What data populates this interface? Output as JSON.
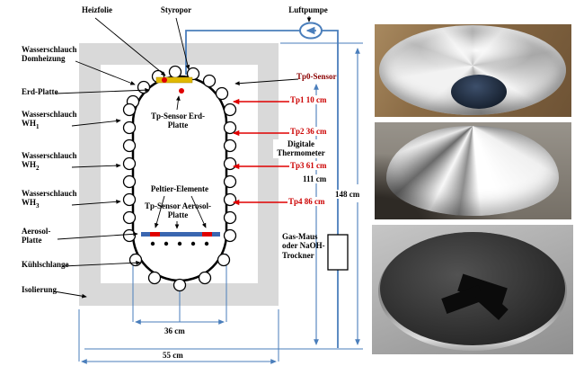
{
  "diagram": {
    "top_labels": {
      "heizfolie": "Heizfolie",
      "styropor": "Styropor",
      "luftpumpe": "Luftpumpe"
    },
    "left_labels": {
      "dom": "Wasserschlauch Domheizung",
      "erd_platte": "Erd-Platte",
      "wh1": {
        "base": "Wasserschlauch WH",
        "sub": "1"
      },
      "wh2": {
        "base": "Wasserschlauch WH",
        "sub": "2"
      },
      "wh3": {
        "base": "Wasserschlauch WH",
        "sub": "3"
      },
      "aerosol": "Aerosol-Platte",
      "kuehlschlange": "Kühlschlange",
      "isolierung": "Isolierung"
    },
    "inner_labels": {
      "tp_erd": "Tp-Sensor Erd-Platte",
      "peltier": "Peltier-Elemente",
      "tp_aerosol": "Tp-Sensor Aerosol-Platte"
    },
    "right_labels": {
      "tp0": "Tp0-Sensor",
      "tp1": "Tp1 10 cm",
      "tp2": "Tp2 36 cm",
      "digital": "Digitale Thermometer",
      "tp3": "Tp3 61 cm",
      "tp4": "Tp4 86 cm",
      "gasbox": "Gas-Maus oder NaOH-Trockner"
    },
    "dimensions": {
      "d36": "36 cm",
      "d55": "55 cm",
      "d111": "111 cm",
      "d148": "148 cm"
    },
    "colors": {
      "tube_blue": "#4a7ebb",
      "sensor_red": "#e00000",
      "label_red": "#cc0000",
      "heater_yellow": "#e0b800",
      "plate_blue": "#3a66b0",
      "insulation_gray": "#d9d9d9"
    }
  },
  "photos": {
    "top": "steel-bowl-interior",
    "middle": "polished-metal-dome",
    "bottom": "black-aerosol-plate-pan"
  }
}
